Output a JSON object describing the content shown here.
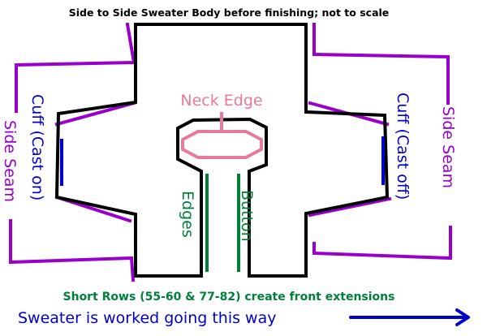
{
  "title": "Side to Side Sweater Body before finishing; not to scale",
  "labels": {
    "neck_edge": "Neck Edge",
    "cuff_left": "Cuff (Cast on)",
    "cuff_right": "Cuff (Cast off)",
    "side_seam_left": "Side Seam",
    "side_seam_right": "Side Seam",
    "edges": "Edges",
    "button": "Button",
    "short_rows": "Short Rows (55-60 & 77-82) create front extensions",
    "direction": "Sweater is worked going this way"
  },
  "colors": {
    "outline": "#000000",
    "seam": "#9900cc",
    "cuff": "#0000cc",
    "neck": "#e8799a",
    "button_band": "#007f3a",
    "arrow": "#0000cc"
  }
}
